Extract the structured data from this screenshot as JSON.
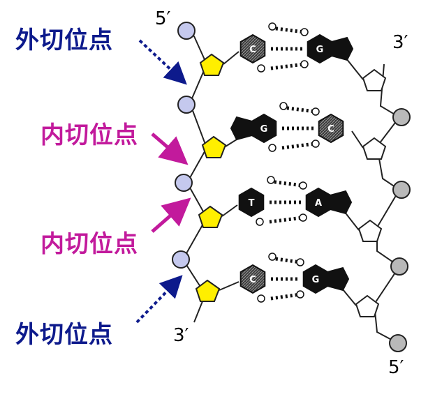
{
  "labels": {
    "exo_top": "外切位点",
    "endo_upper": "内切位点",
    "endo_lower": "内切位点",
    "exo_bottom": "外切位点"
  },
  "ends": {
    "top_left": "5′",
    "top_right": "3′",
    "bottom_left": "3′",
    "bottom_right": "5′"
  },
  "base_pairs": [
    {
      "left": "C",
      "right": "G"
    },
    {
      "left": "G",
      "right": "C"
    },
    {
      "left": "T",
      "right": "A"
    },
    {
      "left": "C",
      "right": "G"
    }
  ],
  "colors": {
    "exo": "#0d1a8c",
    "endo": "#c21a9c",
    "phosphate_left": "#c5c9ee",
    "sugar_left": "#ffef00",
    "phosphate_right": "#b9b9b9"
  }
}
